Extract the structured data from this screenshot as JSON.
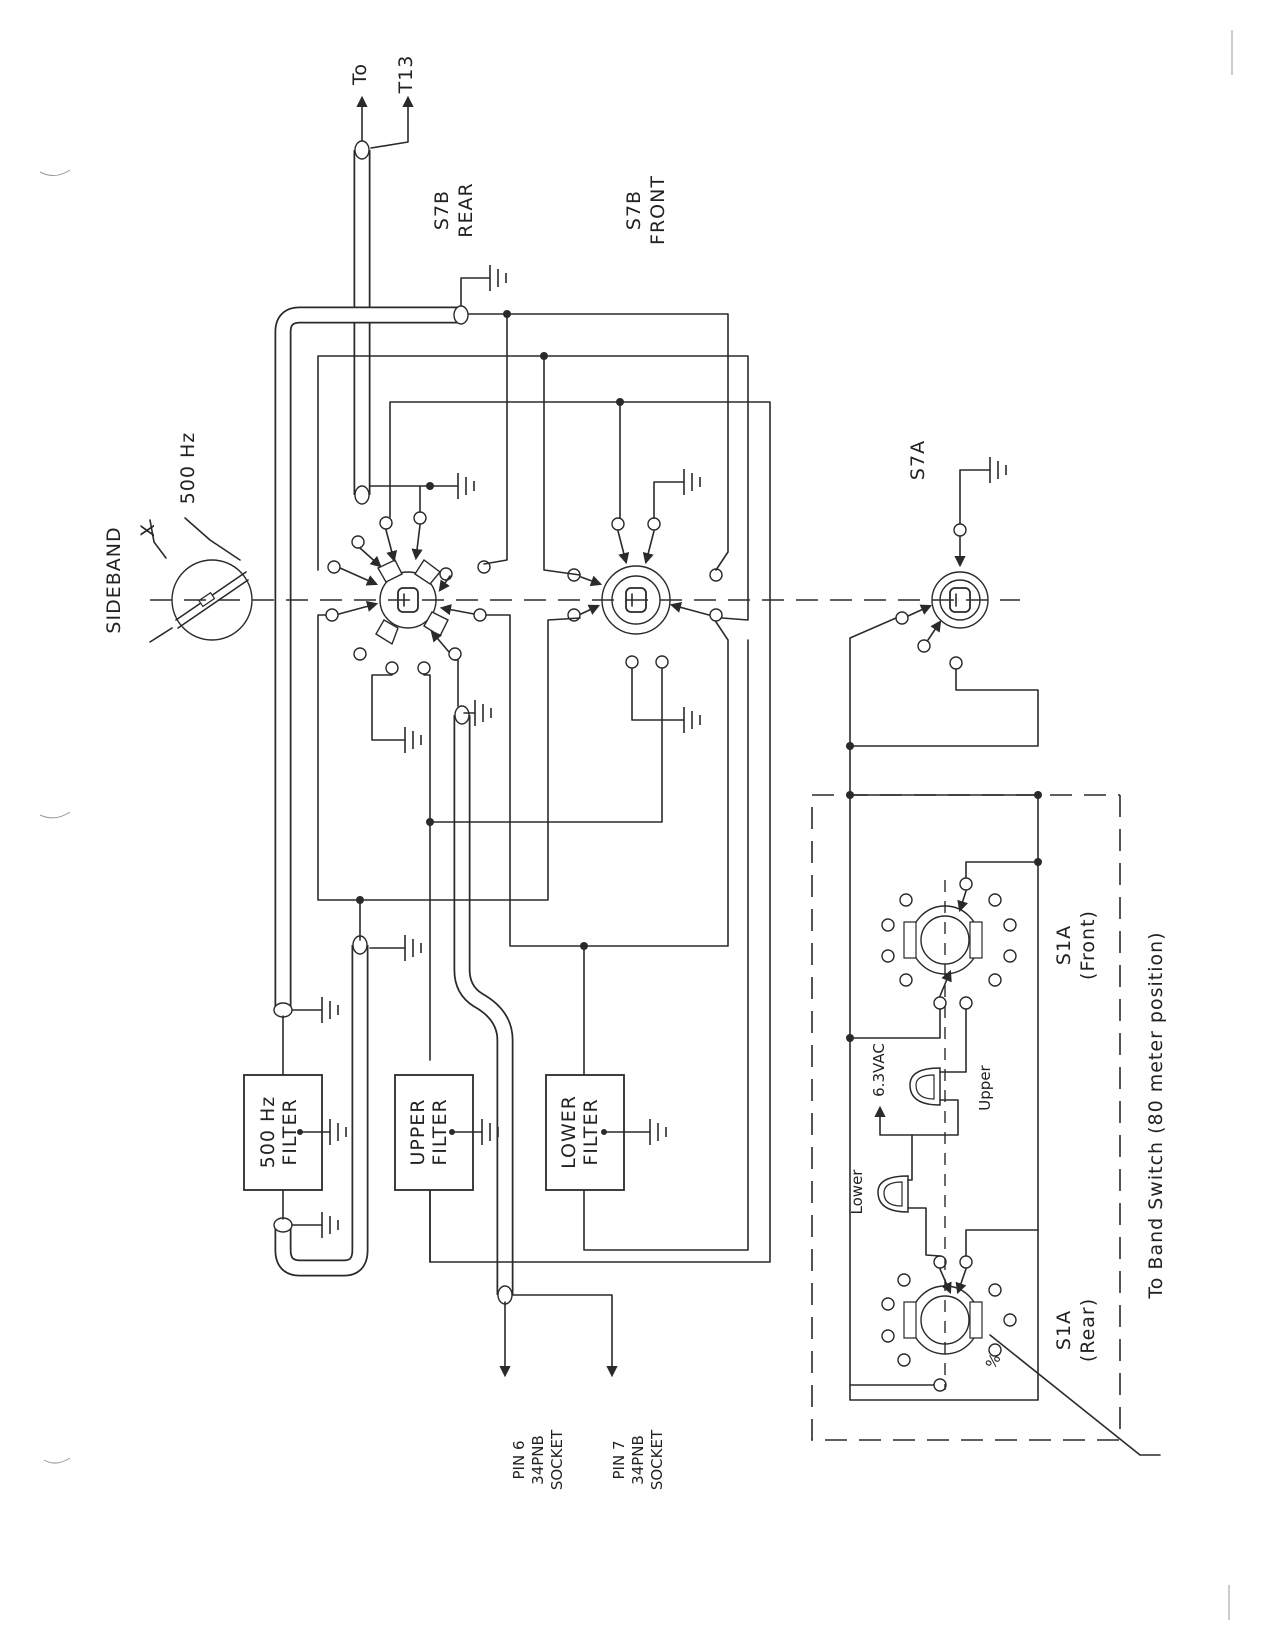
{
  "labels": {
    "to": "To",
    "t13": "T13",
    "s7b_rear": [
      "S7B",
      "REAR"
    ],
    "s7b_front": [
      "S7B",
      "FRONT"
    ],
    "s7a": "S7A",
    "sideband": "SIDEBAND",
    "x": "X",
    "hz500": "500 Hz",
    "filter_500": [
      "500 Hz",
      "FILTER"
    ],
    "filter_upper": [
      "UPPER",
      "FILTER"
    ],
    "filter_lower": [
      "LOWER",
      "FILTER"
    ],
    "pin6": [
      "PIN 6",
      "34PNB",
      "SOCKET"
    ],
    "pin7": [
      "PIN 7",
      "34PNB",
      "SOCKET"
    ],
    "vac": "6.3VAC",
    "upper": "Upper",
    "lower": "Lower",
    "s1a_front": [
      "S1A",
      "(Front)"
    ],
    "s1a_rear": [
      "S1A",
      "(Rear)"
    ],
    "band_switch": "To Band Switch (80 meter position)"
  }
}
